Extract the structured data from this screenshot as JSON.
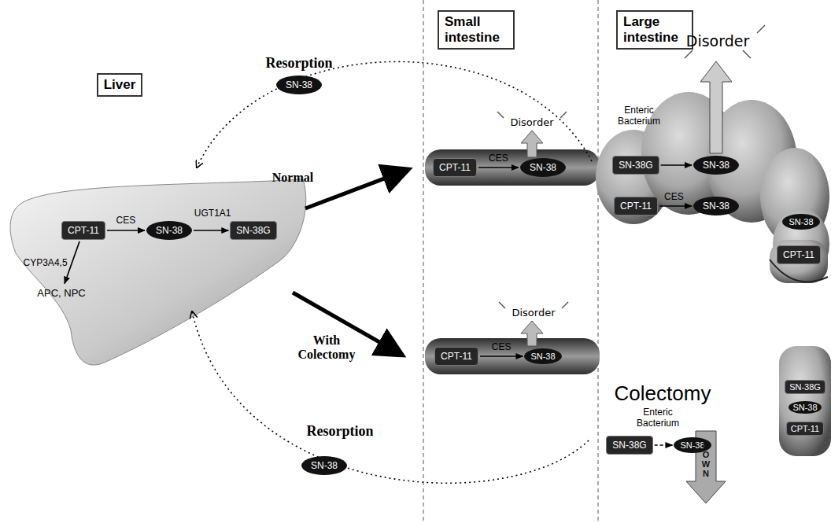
{
  "diagram": {
    "nodes": [
      {
        "text": [
          "Liver"
        ]
      },
      {
        "text": [
          "Small intestine"
        ]
      },
      {
        "text": [
          "Large intestine"
        ]
      },
      {
        "text": [
          "CPT-11"
        ]
      },
      {
        "text": [
          "SN-38"
        ]
      },
      {
        "text": [
          "SN-38G"
        ]
      },
      {
        "text": [
          "APC, NPC"
        ]
      },
      {
        "text": [
          "SN-38"
        ]
      },
      {
        "text": [
          "CPT-11"
        ]
      },
      {
        "text": [
          "SN-38"
        ]
      },
      {
        "text": [
          "SN-38G"
        ]
      },
      {
        "text": [
          "SN-38"
        ]
      },
      {
        "text": [
          "CPT-11"
        ]
      },
      {
        "text": [
          "SN-38"
        ]
      },
      {
        "text": [
          "SN-38"
        ]
      },
      {
        "text": [
          "CPT-11"
        ]
      },
      {
        "text": [
          "CPT-11"
        ]
      },
      {
        "text": [
          "SN-38"
        ]
      },
      {
        "text": [
          "SN-38"
        ]
      },
      {
        "text": [
          "SN-38G"
        ]
      },
      {
        "text": [
          "SN-38"
        ]
      },
      {
        "text": [
          "SN-38G"
        ]
      },
      {
        "text": [
          "SN-38"
        ]
      },
      {
        "text": [
          "CPT-11"
        ]
      }
    ],
    "edges": [
      {
        "from": 3,
        "to": 4,
        "label": "CES",
        "arrow": "to"
      },
      {
        "from": 4,
        "to": 5,
        "label": "UGT1A1",
        "arrow": "to"
      },
      {
        "from": 3,
        "to": 6,
        "label": "CYP3A4,5",
        "arrow": "to"
      },
      {
        "from": 8,
        "to": 9,
        "label": "CES",
        "arrow": "to"
      },
      {
        "from": 10,
        "to": 11,
        "arrow": "to"
      },
      {
        "from": 12,
        "to": 13,
        "label": "CES",
        "arrow": "to"
      },
      {
        "from": 16,
        "to": 17,
        "label": "CES",
        "arrow": "to"
      },
      {
        "from": 19,
        "to": 20,
        "arrow": "to"
      }
    ],
    "labels": [
      "Resorption",
      "Normal",
      "Disorder",
      "Enteric Bacterium",
      "Disorder",
      "With Colectomy",
      "Disorder",
      "Colectomy",
      "Enteric Bacterium",
      "DOWN",
      "Resorption"
    ]
  }
}
